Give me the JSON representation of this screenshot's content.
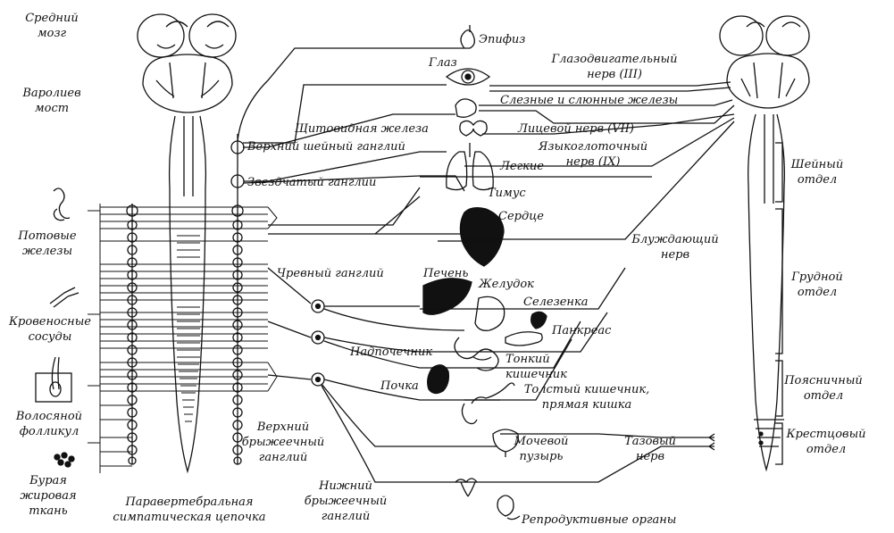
{
  "labels": {
    "midbrain": "Средний\nмозг",
    "pons": "Варолиев\nмост",
    "sweat_glands": "Потовые\nжелезы",
    "blood_vessels": "Кровеносные\nсосуды",
    "hair_follicle": "Волосяной\nфолликул",
    "brown_fat": "Бурая\nжировая\nткань",
    "paravertebral_chain": "Паравертебральная\nсимпатическая цепочка",
    "epiphysis": "Эпифиз",
    "eye": "Глаз",
    "oculomotor_nerve": "Глазодвигательный\nнерв (III)",
    "lacrimal_salivary": "Слезные и слюнные железы",
    "thyroid": "Щитовидная железа",
    "facial_nerve": "Лицевой нерв (VII)",
    "upper_cervical_ganglion": "Верхний шейный ганглий",
    "glossopharyngeal_nerve": "Языкоглоточный\nнерв (IX)",
    "lungs": "Легкие",
    "stellate_ganglion": "Звездчатый ганглий",
    "thymus": "Тимус",
    "heart": "Сердце",
    "vagus_nerve": "Блуждающий\nнерв",
    "celiac_ganglion": "Чревный ганглий",
    "liver": "Печень",
    "stomach": "Желудок",
    "spleen": "Селезенка",
    "pancreas": "Панкреас",
    "adrenal": "Надпочечник",
    "small_intestine": "Тонкий\nкишечник",
    "kidney": "Почка",
    "large_intestine": "Толстый кишечник,\nпрямая кишка",
    "upper_mesenteric": "Верхний\nбрыжеечный\nганглий",
    "lower_mesenteric": "Нижний\nбрыжеечный\nганглий",
    "bladder": "Мочевой\nпузырь",
    "pelvic_nerve": "Тазовый\nнерв",
    "reproductive": "Репродуктивные органы",
    "cervical": "Шейный\nотдел",
    "thoracic": "Грудной\nотдел",
    "lumbar": "Поясничный\nотдел",
    "sacral": "Крестцовый\nотдел"
  }
}
